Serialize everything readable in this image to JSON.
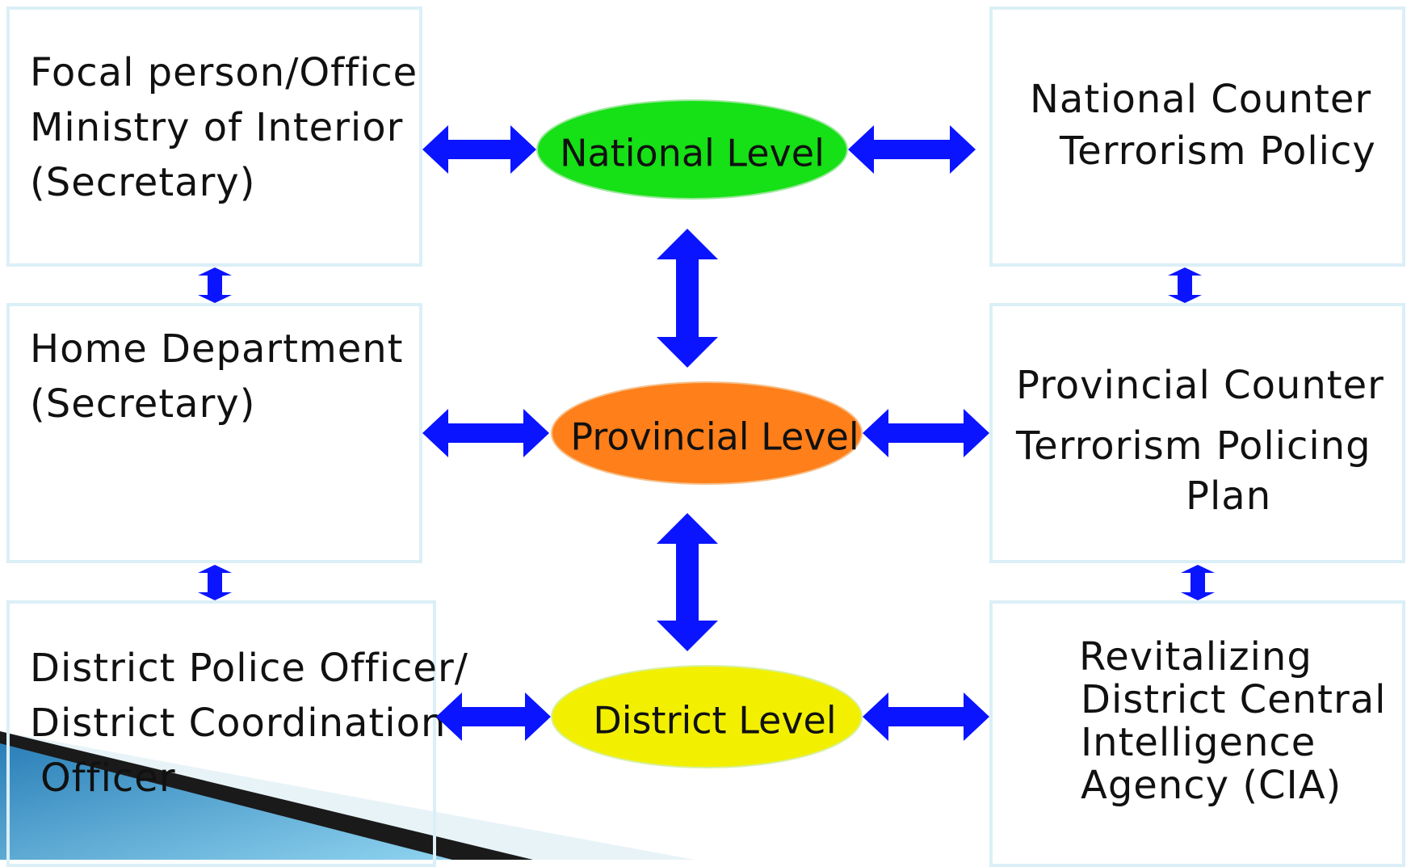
{
  "colors": {
    "arrow": "#0a14ff",
    "national": "#16e016",
    "provincial": "#ff7f1a",
    "district": "#f2f000",
    "box_border": "#dbeff7"
  },
  "levels": {
    "national": "National Level",
    "provincial": "Provincial Level",
    "district": "District Level"
  },
  "left_boxes": {
    "national": "Focal person/Office\nMinistry of Interior\n(Secretary)",
    "provincial": "Home Department\n(Secretary)",
    "district_line1": "District Police Officer/",
    "district_line2": "District Coordination",
    "district_line3": "Officer"
  },
  "right_boxes": {
    "national_line1": "National Counter",
    "national_line2": "Terrorism Policy",
    "provincial_line1": "Provincial Counter",
    "provincial_line2": "Terrorism Policing",
    "provincial_line3": "Plan",
    "district_line1": "Revitalizing",
    "district_line2": "District Central",
    "district_line3": "Intelligence",
    "district_line4": "Agency (CIA)"
  }
}
